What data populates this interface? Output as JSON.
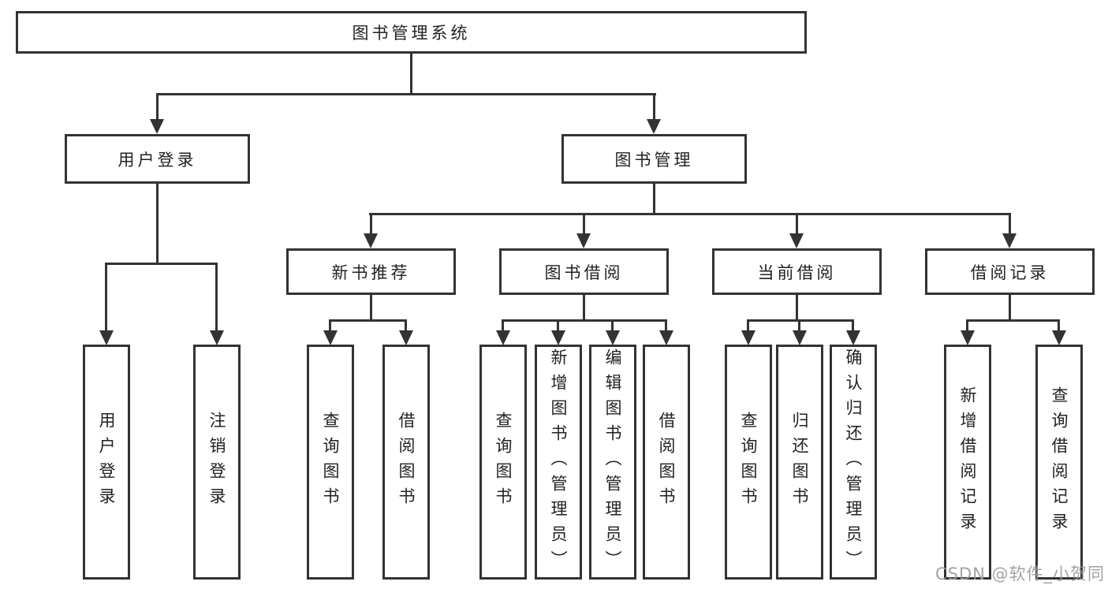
{
  "tree": {
    "label": "图书管理系统",
    "children": [
      {
        "label": "用户登录",
        "children": [
          {
            "label": "用户登录"
          },
          {
            "label": "注销登录"
          }
        ]
      },
      {
        "label": "图书管理",
        "children": [
          {
            "label": "新书推荐",
            "children": [
              {
                "label": "查询图书"
              },
              {
                "label": "借阅图书"
              }
            ]
          },
          {
            "label": "图书借阅",
            "children": [
              {
                "label": "查询图书"
              },
              {
                "label": "新增图书（管理员）"
              },
              {
                "label": "编辑图书（管理员）"
              },
              {
                "label": "借阅图书"
              }
            ]
          },
          {
            "label": "当前借阅",
            "children": [
              {
                "label": "查询图书"
              },
              {
                "label": "归还图书"
              },
              {
                "label": "确认归还（管理员）"
              }
            ]
          },
          {
            "label": "借阅记录",
            "children": [
              {
                "label": "新增借阅记录"
              },
              {
                "label": "查询借阅记录"
              }
            ]
          }
        ]
      }
    ]
  },
  "watermark": "CSDN @软件_小贺同学",
  "colors": {
    "line": "#333333",
    "text": "#222222",
    "watermark": "#9b9b9b",
    "background": "#ffffff"
  }
}
